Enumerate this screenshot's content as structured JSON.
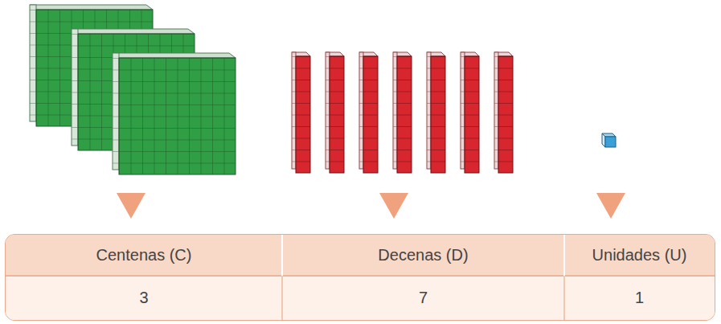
{
  "diagram": {
    "labels": [
      "Centenas (C)",
      "Decenas (D)",
      "Unidades (U)",
      "3",
      "7",
      "1"
    ]
  }
}
